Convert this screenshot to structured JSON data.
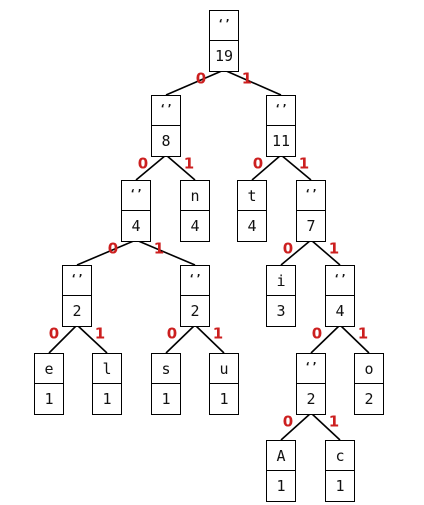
{
  "tree": {
    "nodes": [
      {
        "id": "root",
        "symbol": "‘’",
        "count": "19"
      },
      {
        "id": "n8",
        "symbol": "‘’",
        "count": "8"
      },
      {
        "id": "n11",
        "symbol": "‘’",
        "count": "11"
      },
      {
        "id": "n4a",
        "symbol": "‘’",
        "count": "4"
      },
      {
        "id": "leaf-n",
        "symbol": "n",
        "count": "4"
      },
      {
        "id": "leaf-t",
        "symbol": "t",
        "count": "4"
      },
      {
        "id": "n7",
        "symbol": "‘’",
        "count": "7"
      },
      {
        "id": "n2a",
        "symbol": "‘’",
        "count": "2"
      },
      {
        "id": "n2b",
        "symbol": "‘’",
        "count": "2"
      },
      {
        "id": "leaf-i",
        "symbol": "i",
        "count": "3"
      },
      {
        "id": "n4b",
        "symbol": "‘’",
        "count": "4"
      },
      {
        "id": "leaf-e",
        "symbol": "e",
        "count": "1"
      },
      {
        "id": "leaf-l",
        "symbol": "l",
        "count": "1"
      },
      {
        "id": "leaf-s",
        "symbol": "s",
        "count": "1"
      },
      {
        "id": "leaf-u",
        "symbol": "u",
        "count": "1"
      },
      {
        "id": "n2c",
        "symbol": "‘’",
        "count": "2"
      },
      {
        "id": "leaf-o",
        "symbol": "o",
        "count": "2"
      },
      {
        "id": "leaf-A",
        "symbol": "A",
        "count": "1"
      },
      {
        "id": "leaf-c",
        "symbol": "c",
        "count": "1"
      }
    ],
    "edges": [
      {
        "from": "root",
        "to": "n8",
        "bit": "0"
      },
      {
        "from": "root",
        "to": "n11",
        "bit": "1"
      },
      {
        "from": "n8",
        "to": "n4a",
        "bit": "0"
      },
      {
        "from": "n8",
        "to": "leaf-n",
        "bit": "1"
      },
      {
        "from": "n11",
        "to": "leaf-t",
        "bit": "0"
      },
      {
        "from": "n11",
        "to": "n7",
        "bit": "1"
      },
      {
        "from": "n4a",
        "to": "n2a",
        "bit": "0"
      },
      {
        "from": "n4a",
        "to": "n2b",
        "bit": "1"
      },
      {
        "from": "n7",
        "to": "leaf-i",
        "bit": "0"
      },
      {
        "from": "n7",
        "to": "n4b",
        "bit": "1"
      },
      {
        "from": "n2a",
        "to": "leaf-e",
        "bit": "0"
      },
      {
        "from": "n2a",
        "to": "leaf-l",
        "bit": "1"
      },
      {
        "from": "n2b",
        "to": "leaf-s",
        "bit": "0"
      },
      {
        "from": "n2b",
        "to": "leaf-u",
        "bit": "1"
      },
      {
        "from": "n4b",
        "to": "n2c",
        "bit": "0"
      },
      {
        "from": "n4b",
        "to": "leaf-o",
        "bit": "1"
      },
      {
        "from": "n2c",
        "to": "leaf-A",
        "bit": "0"
      },
      {
        "from": "n2c",
        "to": "leaf-c",
        "bit": "1"
      }
    ],
    "colors": {
      "edge_label": "#cc1f1f",
      "line": "#000000",
      "box_border": "#000000"
    }
  }
}
